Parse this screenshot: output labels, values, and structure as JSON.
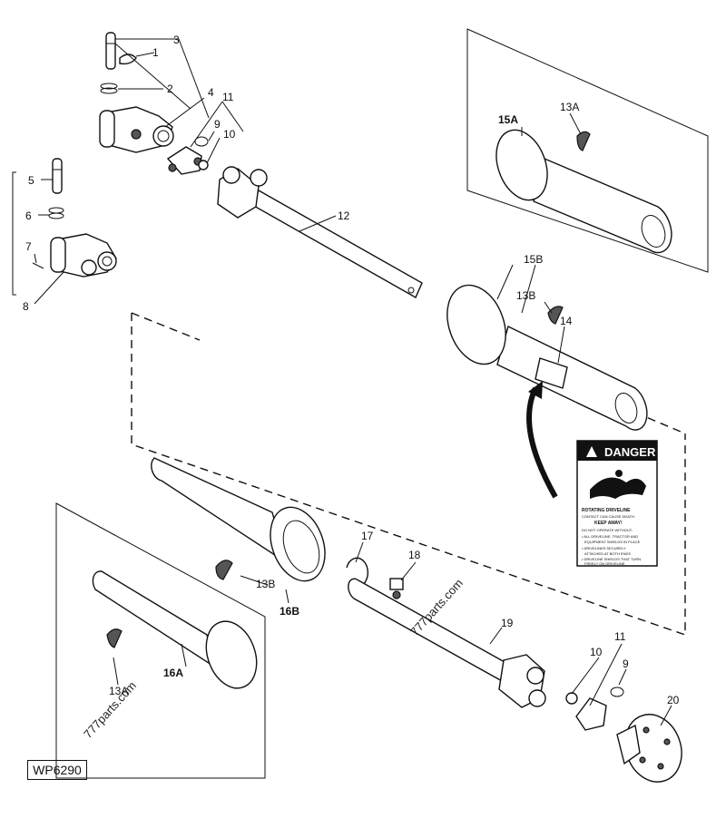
{
  "diagram": {
    "code": "WP6290",
    "watermarks": [
      "777parts.com",
      "777parts.com"
    ],
    "callouts": {
      "c1": "1",
      "c2": "2",
      "c3": "3",
      "c4": "4",
      "c5": "5",
      "c6": "6",
      "c7": "7",
      "c8": "8",
      "c9a": "9",
      "c9b": "9",
      "c10a": "10",
      "c10b": "10",
      "c11a": "11",
      "c11b": "11",
      "c12": "12",
      "c13a": "13A",
      "c13a2": "13A",
      "c13b": "13B",
      "c13b2": "13B",
      "c14": "14",
      "c15a": "15A",
      "c15b": "15B",
      "c16a": "16A",
      "c16b": "16B",
      "c17": "17",
      "c18": "18",
      "c19": "19",
      "c20": "20"
    },
    "decal": {
      "header": "DANGER",
      "line1": "ROTATING DRIVELINE",
      "line2": "CONTACT CAN CAUSE DEATH",
      "line3": "KEEP AWAY!",
      "line4": "DO NOT OPERATE WITHOUT-",
      "line5": "• ALL DRIVELINE, TRACTOR AND",
      "line6": "EQUIPMENT SHIELDS IN PLACE",
      "line7": "• DRIVELINES SECURELY",
      "line8": "ATTACHED AT BOTH ENDS",
      "line9": "• DRIVELINE SHIELDS THAT TURN",
      "line10": "FREELY ON DRIVELINE"
    }
  }
}
